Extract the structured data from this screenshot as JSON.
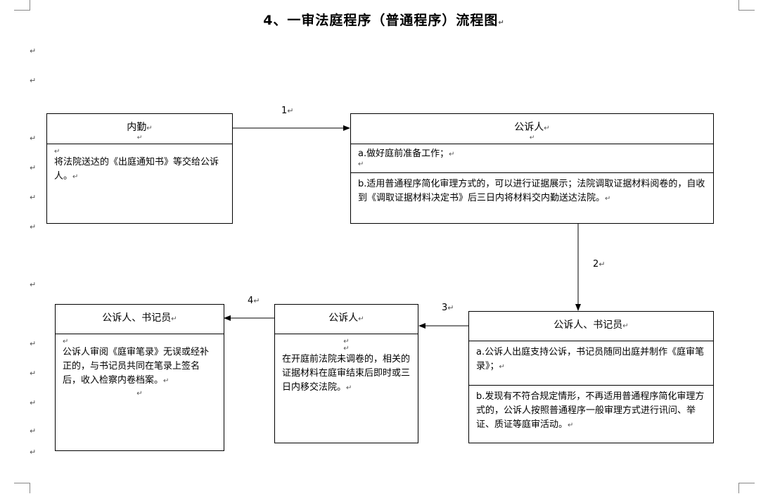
{
  "title": "4、一审法庭程序（普通程序）流程图",
  "para_mark": "↵",
  "boxes": {
    "neiqin": {
      "header": "内勤",
      "body": "将法院送达的《出庭通知书》等交给公诉人。"
    },
    "gongsu1": {
      "header": "公诉人",
      "sec_a": "a.做好庭前准备工作；",
      "sec_b": "b.适用普通程序简化审理方式的，可以进行证据展示；法院调取证据材料阅卷的，自收到《调取证据材料决定书》后三日内将材料交内勤送达法院。"
    },
    "gongsu_shuji_right": {
      "header": "公诉人、书记员",
      "sec_a": "a.公诉人出庭支持公诉，书记员随同出庭并制作《庭审笔录》；",
      "sec_b": "b.发现有不符合规定情形，不再适用普通程序简化审理方式的，公诉人按照普通程序一般审理方式进行讯问、举证、质证等庭审活动。"
    },
    "gongsu_mid": {
      "header": "公诉人",
      "body": "在开庭前法院未调卷的，相关的证据材料在庭审结束后即时或三日内移交法院。"
    },
    "gongsu_shuji_left": {
      "header": "公诉人、书记员",
      "body": "公诉人审阅《庭审笔录》无误或经补正的，与书记员共同在笔录上签名后，收入检察内卷档案。"
    }
  },
  "arrows": {
    "a1": "1",
    "a2": "2",
    "a3": "3",
    "a4": "4"
  }
}
